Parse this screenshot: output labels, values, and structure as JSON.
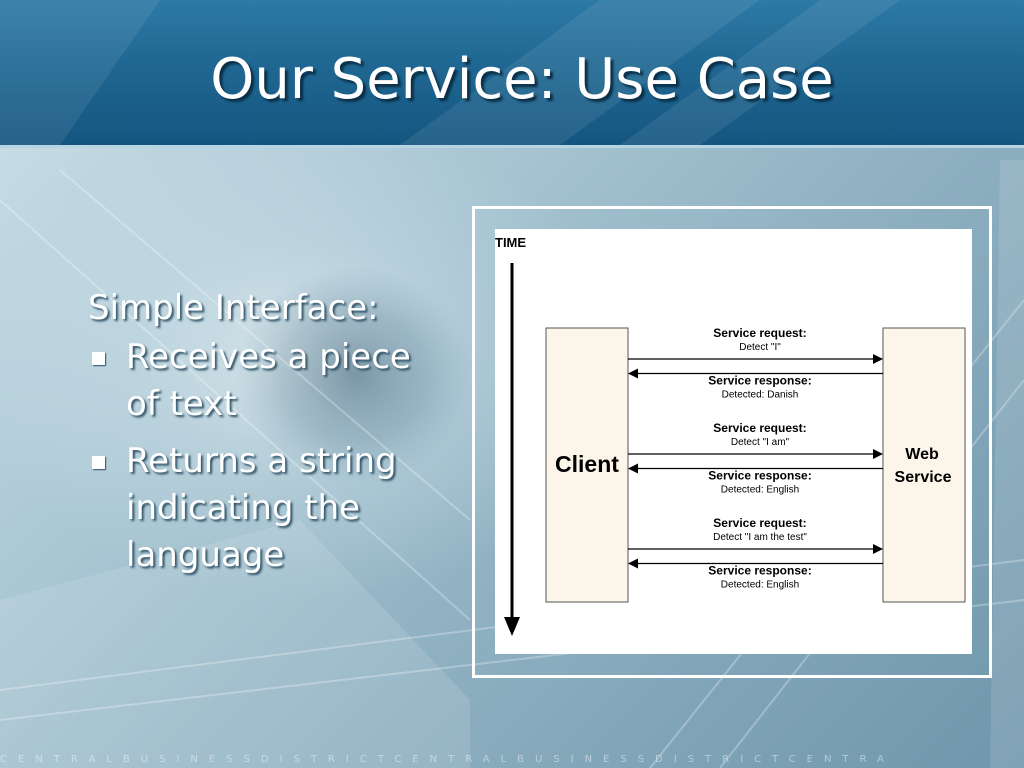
{
  "slide": {
    "title": "Our Service: Use Case",
    "intro": "Simple Interface:",
    "bullets": [
      "Receives a piece of text",
      "Returns a string indicating the language"
    ],
    "footer": "CENTRALBUSINESSDISTRICTCENTRALBUSINESSDISTRICTCENTRA"
  },
  "diagram": {
    "time_label": "TIME",
    "client_label": "Client",
    "service_label_line1": "Web",
    "service_label_line2": "Service",
    "messages": [
      {
        "direction": "right",
        "title": "Service request:",
        "detail": "Detect \"I\""
      },
      {
        "direction": "left",
        "title": "Service response:",
        "detail": "Detected: Danish"
      },
      {
        "direction": "right",
        "title": "Service request:",
        "detail": "Detect \"I am\""
      },
      {
        "direction": "left",
        "title": "Service response:",
        "detail": "Detected: English"
      },
      {
        "direction": "right",
        "title": "Service request:",
        "detail": "Detect \"I am the test\""
      },
      {
        "direction": "left",
        "title": "Service response:",
        "detail": "Detected: English"
      }
    ]
  },
  "colors": {
    "header": "#1f6792",
    "lifeline_fill": "#fbf6e9",
    "diagram_ink": "#000000"
  }
}
